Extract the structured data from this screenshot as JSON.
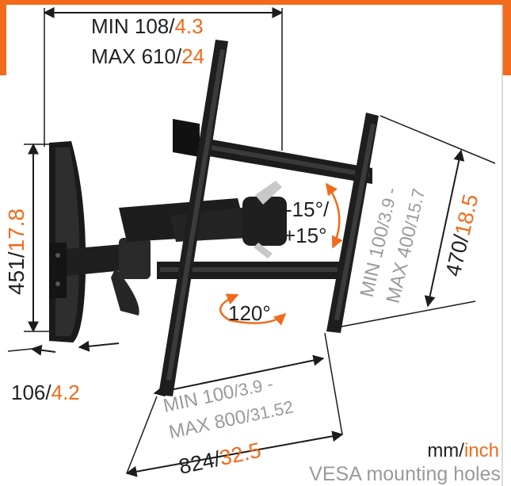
{
  "colors": {
    "accent": "#f26a1b",
    "dark": "#1c1c1c",
    "grey": "#9a9a9a",
    "ink": "#222222"
  },
  "dims": {
    "top_min": "MIN 108/",
    "top_min_in": "4.3",
    "top_max": "MAX 610/",
    "top_max_in": "24",
    "height_mm": "451/",
    "height_in": "17.8",
    "depth_mm": "106/",
    "depth_in": "4.2",
    "tilt_neg": "-15°/",
    "tilt_pos": "+15°",
    "swivel": "120°",
    "vesa_v_min_mm": "MIN 100",
    "vesa_v_min_in": "/3.9 -",
    "vesa_v_max_mm": "MAX 400",
    "vesa_v_max_in": "/15.7",
    "plate_mm": "470/",
    "plate_in": "18.5",
    "vesa_h_min_mm": "MIN 100",
    "vesa_h_min_in": "/3.9 -",
    "vesa_h_max_mm": "MAX 800",
    "vesa_h_max_in": "/31.52",
    "width_mm": "824/",
    "width_in": "32.5"
  },
  "legend": {
    "mm": "mm/",
    "inch": "inch",
    "vesa": "VESA mounting holes"
  }
}
